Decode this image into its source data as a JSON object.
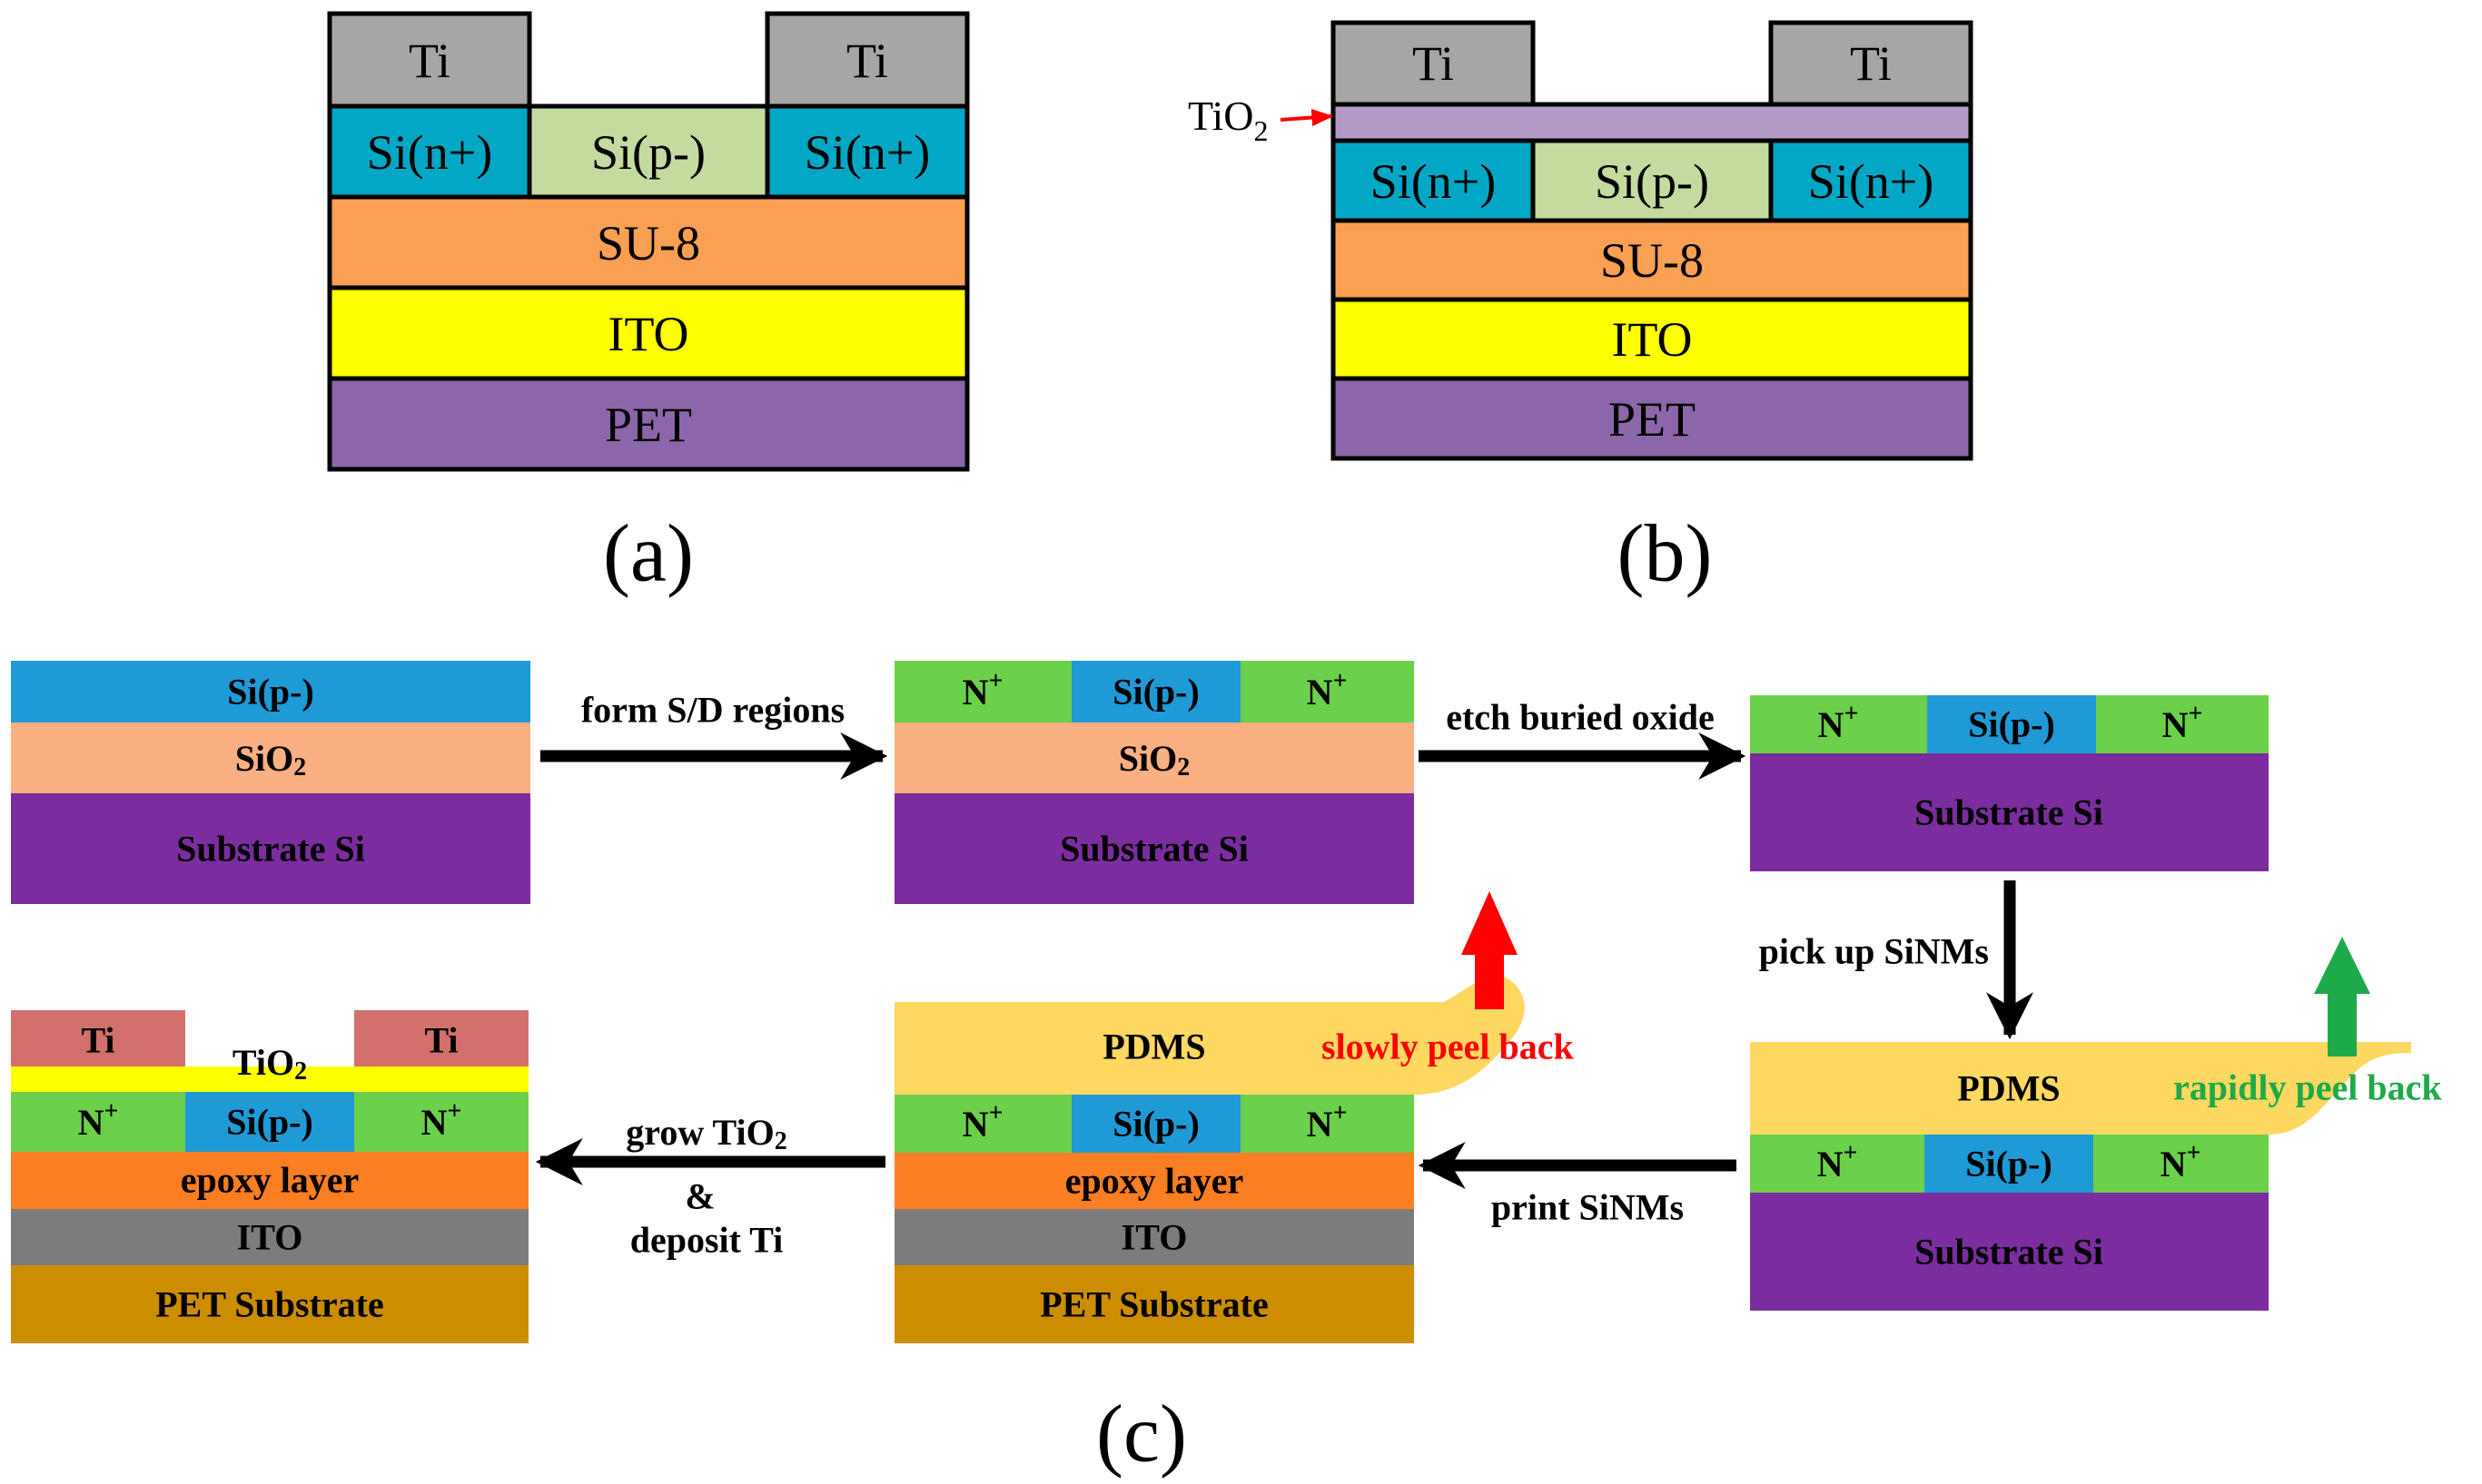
{
  "panel_a": {
    "caption": "(a)",
    "layers": {
      "ti_left": "Ti",
      "ti_right": "Ti",
      "si_n_left": "Si(n+)",
      "si_p": "Si(p-)",
      "si_n_right": "Si(n+)",
      "su8": "SU-8",
      "ito": "ITO",
      "pet": "PET"
    }
  },
  "panel_b": {
    "caption": "(b)",
    "tio2_main": "TiO",
    "tio2_sub": "2",
    "layers": {
      "ti_left": "Ti",
      "ti_right": "Ti",
      "si_n_left": "Si(n+)",
      "si_p": "Si(p-)",
      "si_n_right": "Si(n+)",
      "su8": "SU-8",
      "ito": "ITO",
      "pet": "PET"
    }
  },
  "panel_c": {
    "caption": "(c)",
    "step1": {
      "si_p": "Si(p-)",
      "sio2_main": "SiO",
      "sio2_sub": "2",
      "substrate": "Substrate Si"
    },
    "arrow1": "form S/D regions",
    "step2": {
      "n_main": "N",
      "n_sup": "+",
      "si_p": "Si(p-)",
      "sio2_main": "SiO",
      "sio2_sub": "2",
      "substrate": "Substrate Si"
    },
    "arrow2": "etch buried oxide",
    "step3": {
      "n_main": "N",
      "n_sup": "+",
      "si_p": "Si(p-)",
      "substrate": "Substrate Si"
    },
    "arrow3": "pick up SiNMs",
    "step4": {
      "pdms": "PDMS",
      "peel": "rapidly peel back",
      "n_main": "N",
      "n_sup": "+",
      "si_p": "Si(p-)",
      "substrate": "Substrate Si"
    },
    "arrow4": "print SiNMs",
    "step5": {
      "pdms": "PDMS",
      "peel": "slowly peel back",
      "n_main": "N",
      "n_sup": "+",
      "si_p": "Si(p-)",
      "epoxy": "epoxy layer",
      "ito": "ITO",
      "pet": "PET Substrate"
    },
    "arrow5_line1_main": "grow TiO",
    "arrow5_line1_sub": "2",
    "arrow5_line2": "&",
    "arrow5_line3": "deposit Ti",
    "step6": {
      "ti": "Ti",
      "tio2_main": "TiO",
      "tio2_sub": "2",
      "n_main": "N",
      "n_sup": "+",
      "si_p": "Si(p-)",
      "epoxy": "epoxy layer",
      "ito": "ITO",
      "pet": "PET Substrate"
    }
  },
  "colors": {
    "ti_gray": "#a6a6a6",
    "si_n_cyan": "#00a8c6",
    "si_p_green": "#c4dba0",
    "su8_orange": "#f9a052",
    "ito_yellow": "#ffff00",
    "pet_purple": "#8c66a8",
    "tio2_lilac": "#b49ac8",
    "c_si_blue": "#1e9ad6",
    "c_sio2": "#f8b082",
    "c_substrate": "#7b2c9e",
    "c_n_green": "#6cd14a",
    "c_pdms": "#fed860",
    "c_epoxy": "#fc7e22",
    "c_ito_gray": "#7c7c7c",
    "c_pet_gold": "#cc8e00",
    "c_ti_red": "#d2706c",
    "c_tio2_yellow": "#ffff00",
    "slow_red": "#ff0000",
    "rapid_green": "#1faa4a"
  }
}
